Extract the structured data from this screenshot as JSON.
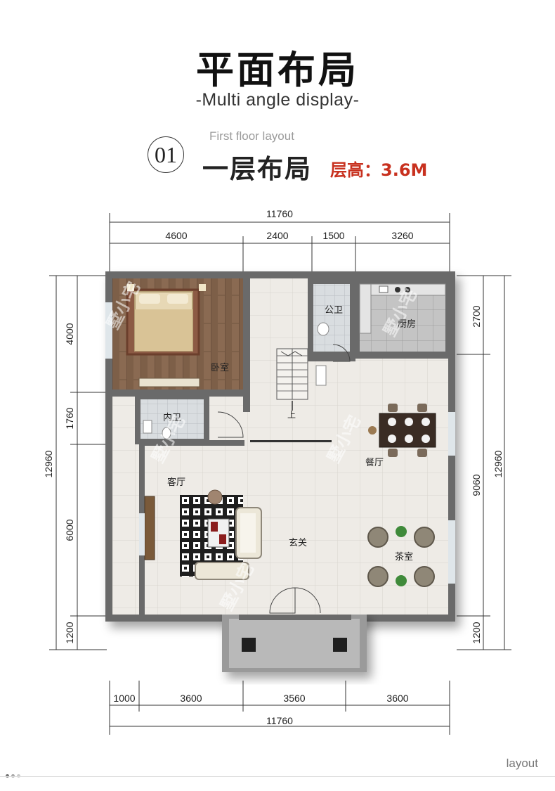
{
  "header": {
    "title": "平面布局",
    "subtitle": "-Multi angle display-",
    "section_number": "01",
    "section_en": "First floor layout",
    "section_cn": "一层布局",
    "floor_height": "层高：3.6M"
  },
  "dimensions": {
    "top_total": "11760",
    "top_segments": [
      "4600",
      "2400",
      "1500",
      "3260"
    ],
    "bottom_total": "11760",
    "bottom_segments": [
      "1000",
      "3600",
      "3560",
      "3600"
    ],
    "left_total": "12960",
    "left_segments": [
      "4000",
      "1760",
      "6000",
      "1200"
    ],
    "right_total": "12960",
    "right_segments": [
      "2700",
      "9060",
      "1200"
    ]
  },
  "rooms": {
    "bedroom": "卧室",
    "inner_bath": "内卫",
    "public_bath": "公卫",
    "kitchen": "厨房",
    "dining": "餐厅",
    "living": "客厅",
    "entrance": "玄关",
    "tea_room": "茶室",
    "stairs_up": "上"
  },
  "watermark": "墅小宅",
  "footer": {
    "label": "layout"
  }
}
